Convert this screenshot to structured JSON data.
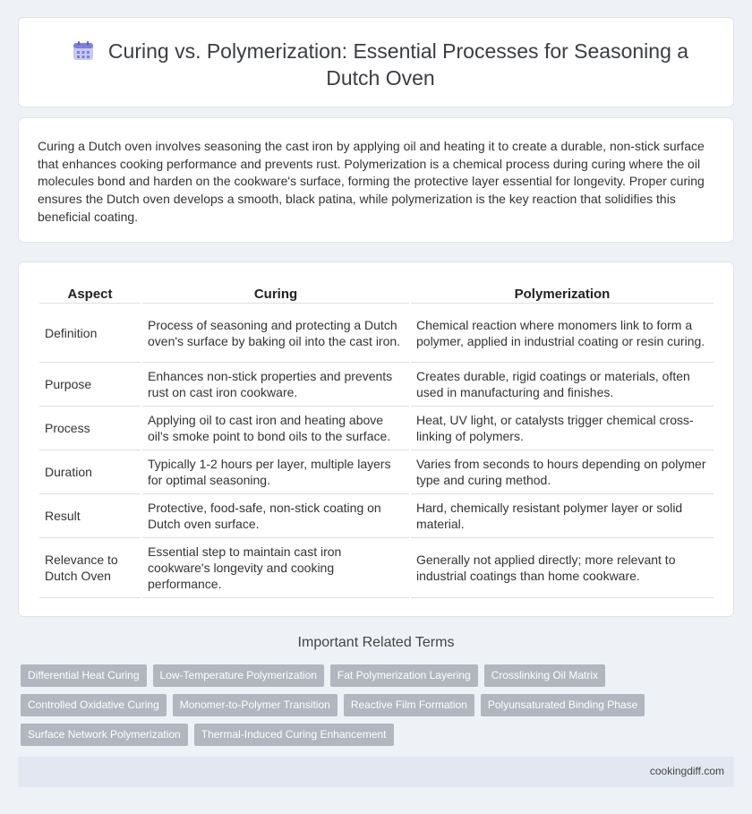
{
  "header": {
    "title": "Curing vs. Polymerization: Essential Processes for Seasoning a Dutch Oven",
    "icon": "calendar-icon"
  },
  "intro": {
    "text": "Curing a Dutch oven involves seasoning the cast iron by applying oil and heating it to create a durable, non-stick surface that enhances cooking performance and prevents rust. Polymerization is a chemical process during curing where the oil molecules bond and harden on the cookware's surface, forming the protective layer essential for longevity. Proper curing ensures the Dutch oven develops a smooth, black patina, while polymerization is the key reaction that solidifies this beneficial coating."
  },
  "table": {
    "headers": [
      "Aspect",
      "Curing",
      "Polymerization"
    ],
    "rows": [
      {
        "aspect": "Definition",
        "curing": "Process of seasoning and protecting a Dutch oven's surface by baking oil into the cast iron.",
        "polymerization": "Chemical reaction where monomers link to form a polymer, applied in industrial coating or resin curing."
      },
      {
        "aspect": "Purpose",
        "curing": "Enhances non-stick properties and prevents rust on cast iron cookware.",
        "polymerization": "Creates durable, rigid coatings or materials, often used in manufacturing and finishes."
      },
      {
        "aspect": "Process",
        "curing": "Applying oil to cast iron and heating above oil's smoke point to bond oils to the surface.",
        "polymerization": "Heat, UV light, or catalysts trigger chemical cross-linking of polymers."
      },
      {
        "aspect": "Duration",
        "curing": "Typically 1-2 hours per layer, multiple layers for optimal seasoning.",
        "polymerization": "Varies from seconds to hours depending on polymer type and curing method."
      },
      {
        "aspect": "Result",
        "curing": "Protective, food-safe, non-stick coating on Dutch oven surface.",
        "polymerization": "Hard, chemically resistant polymer layer or solid material."
      },
      {
        "aspect": "Relevance to Dutch Oven",
        "curing": "Essential step to maintain cast iron cookware's longevity and cooking performance.",
        "polymerization": "Generally not applied directly; more relevant to industrial coatings than home cookware."
      }
    ]
  },
  "related": {
    "heading": "Important Related Terms",
    "tags": [
      "Differential Heat Curing",
      "Low-Temperature Polymerization",
      "Fat Polymerization Layering",
      "Crosslinking Oil Matrix",
      "Controlled Oxidative Curing",
      "Monomer-to-Polymer Transition",
      "Reactive Film Formation",
      "Polyunsaturated Binding Phase",
      "Surface Network Polymerization",
      "Thermal-Induced Curing Enhancement"
    ]
  },
  "footer": {
    "site": "cookingdiff.com"
  }
}
